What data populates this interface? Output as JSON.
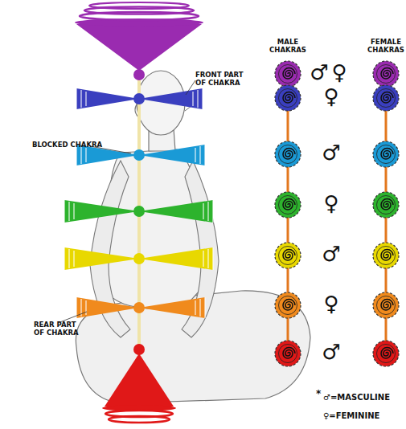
{
  "diagram": {
    "labels": [
      "FRONT PART OF CHAKRA",
      "BLOCKED CHAKRA",
      "REAR PART OF CHAKRA",
      "MALE CHAKRAS",
      "FEMALE CHAKRAS",
      "♂",
      "♀",
      "♀",
      "♂",
      "♀",
      "♂",
      "♀",
      "♂",
      "*",
      "♂=MASCULINE",
      "♀=FEMININE"
    ]
  }
}
